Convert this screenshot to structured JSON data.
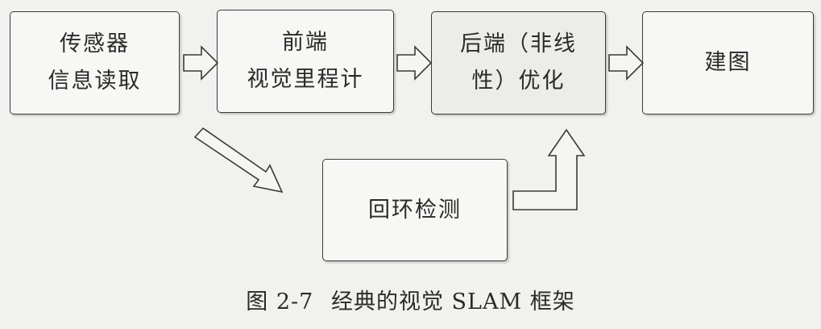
{
  "boxes": {
    "sensor": {
      "line1": "传感器",
      "line2": "信息读取"
    },
    "front": {
      "line1": "前端",
      "line2": "视觉里程计"
    },
    "back": {
      "line1": "后端（非线",
      "line2": "性）优化"
    },
    "mapping": {
      "line1": "建图"
    },
    "loop": {
      "line1": "回环检测"
    }
  },
  "caption": {
    "figure_number": "图 2-7",
    "title": "经典的视觉 SLAM 框架"
  },
  "colors": {
    "background": "#f1f1ef",
    "stroke": "#3a3a3a",
    "box_fill": "#f7f7f5"
  }
}
